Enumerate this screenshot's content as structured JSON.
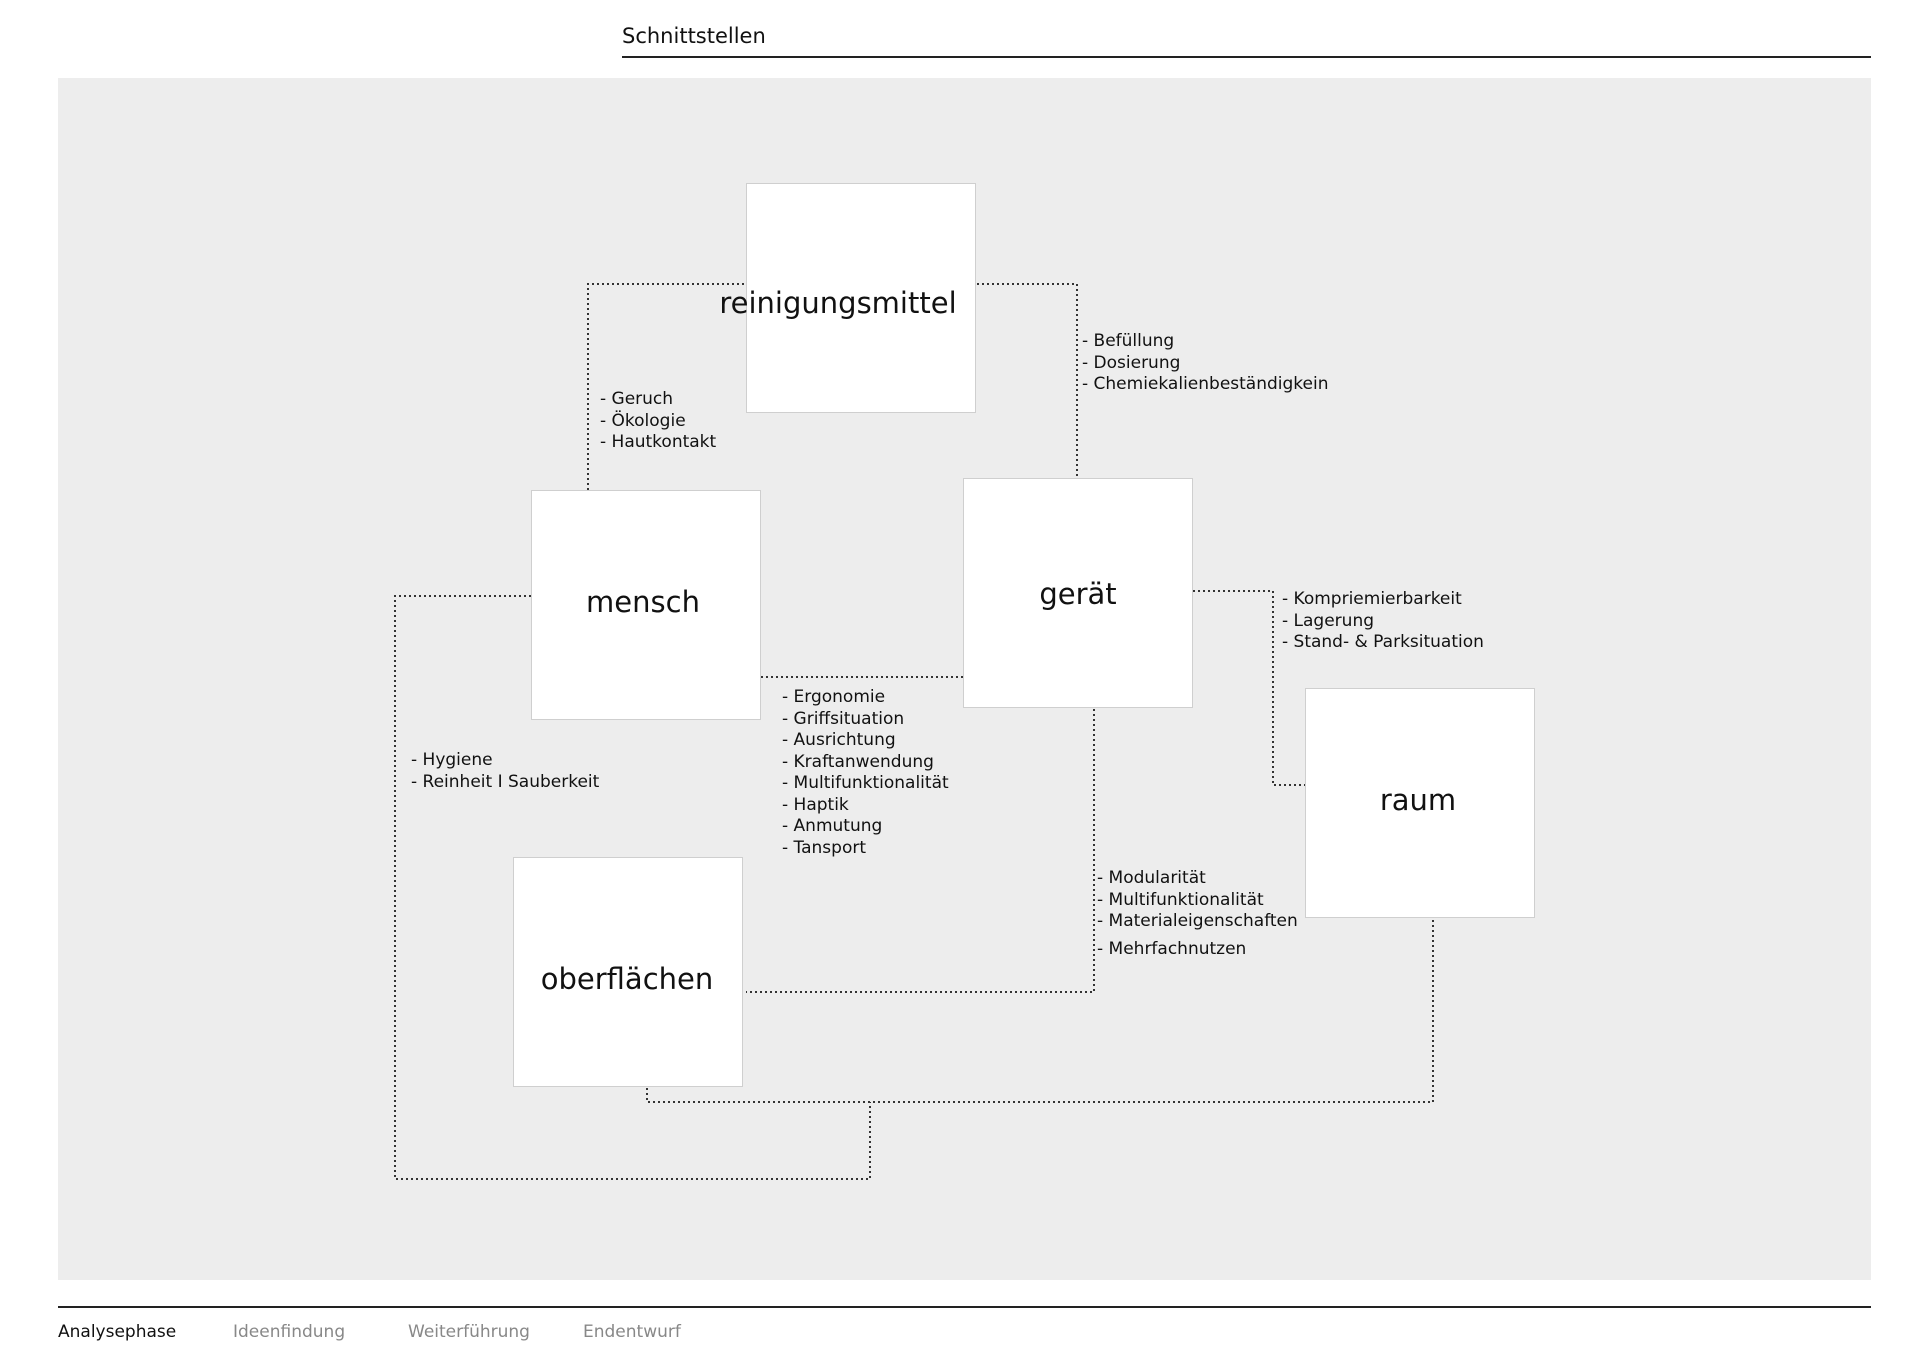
{
  "header": {
    "title": "Schnittstellen"
  },
  "nodes": {
    "reinigungsmittel": "reinigungsmittel",
    "mensch": "mensch",
    "geraet": "gerät",
    "raum": "raum",
    "oberflaechen": "oberflächen"
  },
  "interfaces": {
    "mensch_reinigungsmittel": [
      "- Geruch",
      "- Ökologie",
      "- Hautkontakt"
    ],
    "reinigungsmittel_geraet": [
      "- Befüllung",
      "- Dosierung",
      "- Chemiekalienbeständigkein"
    ],
    "geraet_raum": [
      "- Kompriemierbarkeit",
      "- Lagerung",
      "- Stand- & Parksituation"
    ],
    "mensch_geraet": [
      "- Ergonomie",
      "- Griffsituation",
      "- Ausrichtung",
      "- Kraftanwendung",
      "- Multifunktionalität",
      "- Haptik",
      "- Anmutung",
      "- Tansport"
    ],
    "mensch_oberflaechen": [
      "- Hygiene",
      "- Reinheit I Sauberkeit"
    ],
    "geraet_oberflaechen": [
      "- Modularität",
      "- Multifunktionalität",
      "- Materialeigenschaften",
      "- Mehrfachnutzen"
    ]
  },
  "footer": {
    "tabs": [
      "Analysephase",
      "Ideenfindung",
      "Weiterführung",
      "Endentwurf"
    ],
    "active": "Analysephase"
  }
}
